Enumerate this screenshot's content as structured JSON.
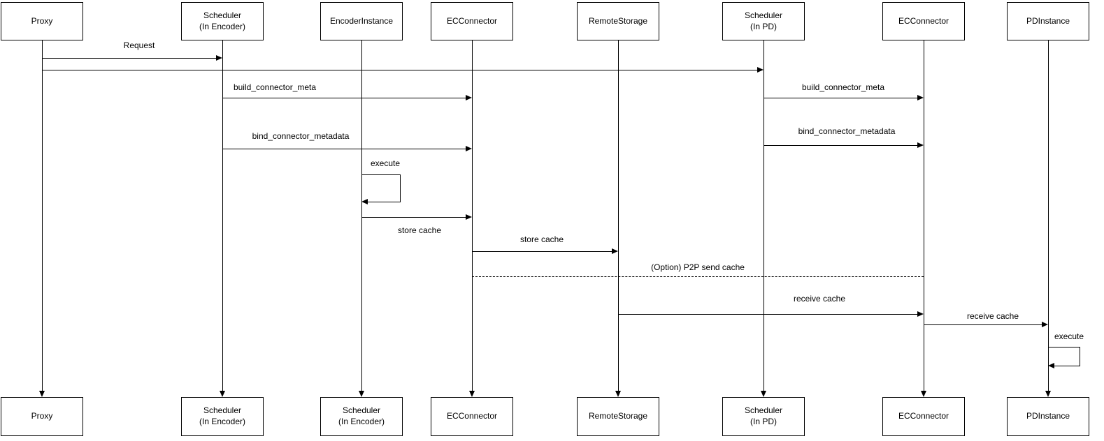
{
  "diagram_type": "sequence",
  "actors": {
    "top": [
      "Proxy",
      "Scheduler\n(In Encoder)",
      "EncoderInstance",
      "ECConnector",
      "RemoteStorage",
      "Scheduler\n(In PD)",
      "ECConnector",
      "PDInstance"
    ],
    "bottom": [
      "Proxy",
      "Scheduler\n(In Encoder)",
      "Scheduler\n(In Encoder)",
      "ECConnector",
      "RemoteStorage",
      "Scheduler\n(In PD)",
      "ECConnector",
      "PDInstance"
    ]
  },
  "messages": {
    "request": "Request",
    "build_connector_meta_left": "build_connector_meta",
    "build_connector_meta_right": "build_connector_meta",
    "bind_connector_metadata_left": "bind_connector_metadata",
    "bind_connector_metadata_right": "bind_connector_metadata",
    "execute_encoder": "execute",
    "store_cache_1": "store cache",
    "store_cache_2": "store cache",
    "p2p_send_cache": "(Option) P2P send cache",
    "receive_cache_1": "receive cache",
    "receive_cache_2": "receive cache",
    "execute_pd": "execute"
  },
  "colors": {
    "background": "#ffffff",
    "line": "#000000",
    "box_fill": "#ffffff",
    "box_border": "#000000",
    "text": "#000000"
  }
}
